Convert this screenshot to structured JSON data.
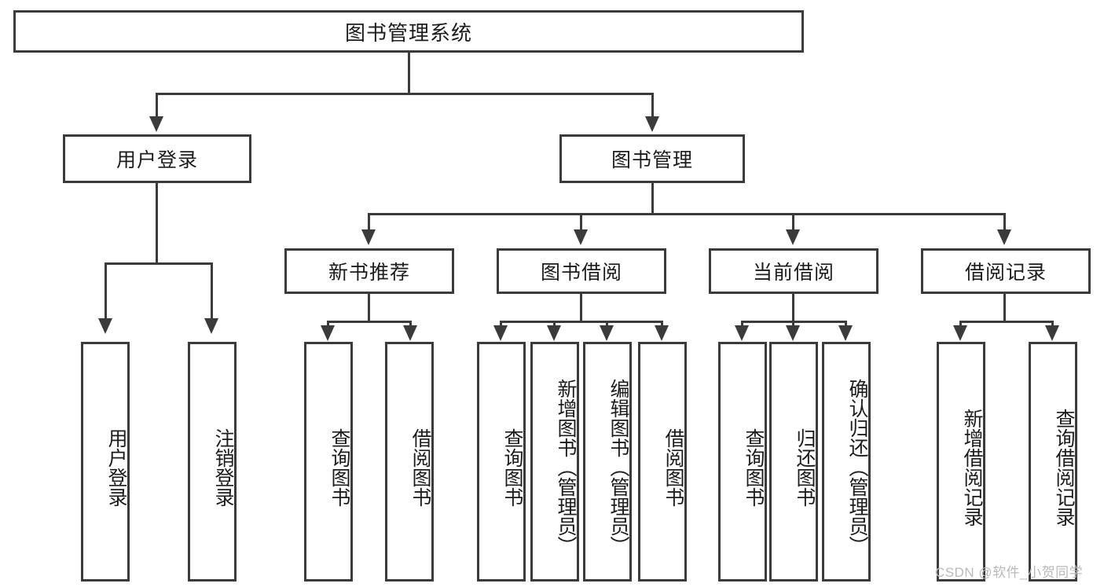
{
  "diagram": {
    "type": "tree-flowchart",
    "title": "图书管理系统",
    "colors": {
      "stroke": "#3b3b3b",
      "fill": "#ffffff",
      "text": "#1c1c1c",
      "watermark": "#b9b9b9",
      "background": "#ffffff"
    },
    "root": {
      "label": "图书管理系统"
    },
    "level2": [
      {
        "label": "用户登录"
      },
      {
        "label": "图书管理"
      }
    ],
    "level3": [
      {
        "label": "新书推荐"
      },
      {
        "label": "图书借阅"
      },
      {
        "label": "当前借阅"
      },
      {
        "label": "借阅记录"
      }
    ],
    "leaves": {
      "user_login": [
        {
          "label": "用户登录"
        },
        {
          "label": "注销登录"
        }
      ],
      "new_book_recommend": [
        {
          "label": "查询图书"
        },
        {
          "label": "借阅图书"
        }
      ],
      "book_borrow": [
        {
          "label": "查询图书"
        },
        {
          "label": "新增图书（管理员）"
        },
        {
          "label": "编辑图书（管理员）"
        },
        {
          "label": "借阅图书"
        }
      ],
      "current_borrow": [
        {
          "label": "查询图书"
        },
        {
          "label": "归还图书"
        },
        {
          "label": "确认归还（管理员）"
        }
      ],
      "borrow_record": [
        {
          "label": "新增借阅记录"
        },
        {
          "label": "查询借阅记录"
        }
      ]
    }
  },
  "watermark": {
    "text": "CSDN @软件_小贺同学"
  }
}
